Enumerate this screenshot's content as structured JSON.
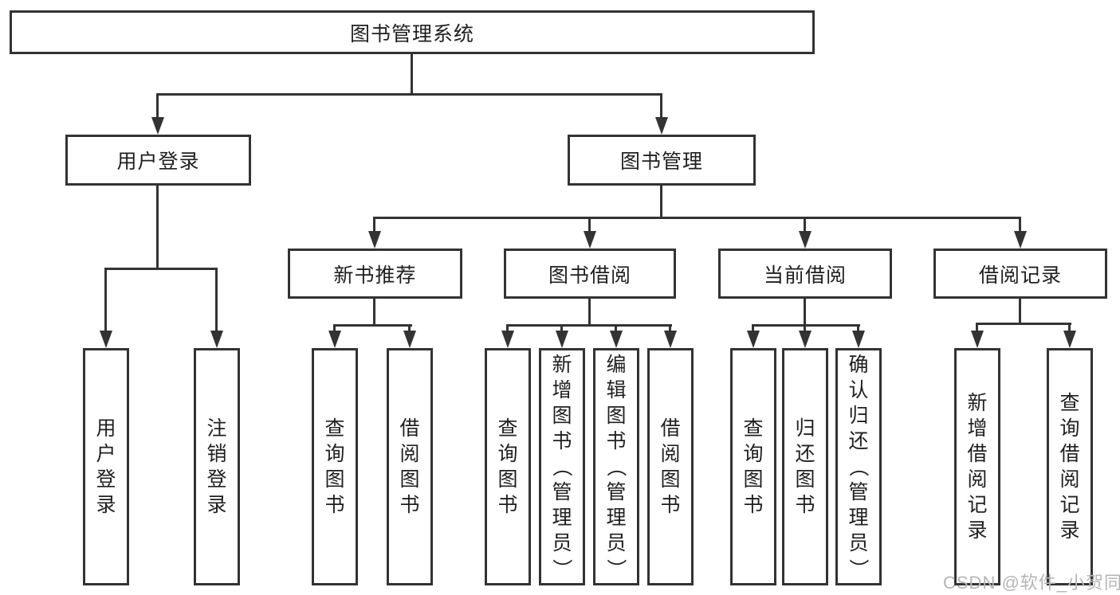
{
  "tree": {
    "root": "图书管理系统",
    "branches": [
      {
        "label": "用户登录",
        "children": [
          "用户登录",
          "注销登录"
        ]
      },
      {
        "label": "图书管理",
        "sections": [
          {
            "label": "新书推荐",
            "children": [
              "查询图书",
              "借阅图书"
            ]
          },
          {
            "label": "图书借阅",
            "children": [
              "查询图书",
              "新增图书（管理员）",
              "编辑图书（管理员）",
              "借阅图书"
            ]
          },
          {
            "label": "当前借阅",
            "children": [
              "查询图书",
              "归还图书",
              "确认归还（管理员）"
            ]
          },
          {
            "label": "借阅记录",
            "children": [
              "新增借阅记录",
              "查询借阅记录"
            ]
          }
        ]
      }
    ]
  },
  "watermark": "CSDN @软件_小贺同学",
  "colors": {
    "line": "#333333",
    "box_border": "#333333",
    "text": "#1f1f1f",
    "watermark": "#b5b5b5",
    "background": "#ffffff"
  }
}
